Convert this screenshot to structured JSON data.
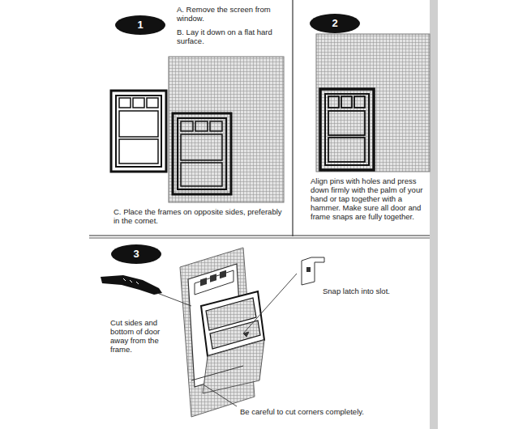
{
  "diagram": {
    "nodes": [
      {
        "text": [
          "1"
        ]
      },
      {
        "text": [
          "2"
        ]
      },
      {
        "text": [
          "3"
        ]
      }
    ],
    "labels": [
      "A. Remove the screen from window.",
      "B. Lay it down on a flat hard surface.",
      "C. Place the frames on opposite sides, preferably in the cornet.",
      "Align pins with holes and press down firmly with the palm of your hand or tap together with a hammer. Make sure all door and frame snaps are fully together.",
      "Snap latch into slot.",
      "Cut sides and bottom of door away from the frame.",
      "Be careful to cut corners completely."
    ]
  }
}
